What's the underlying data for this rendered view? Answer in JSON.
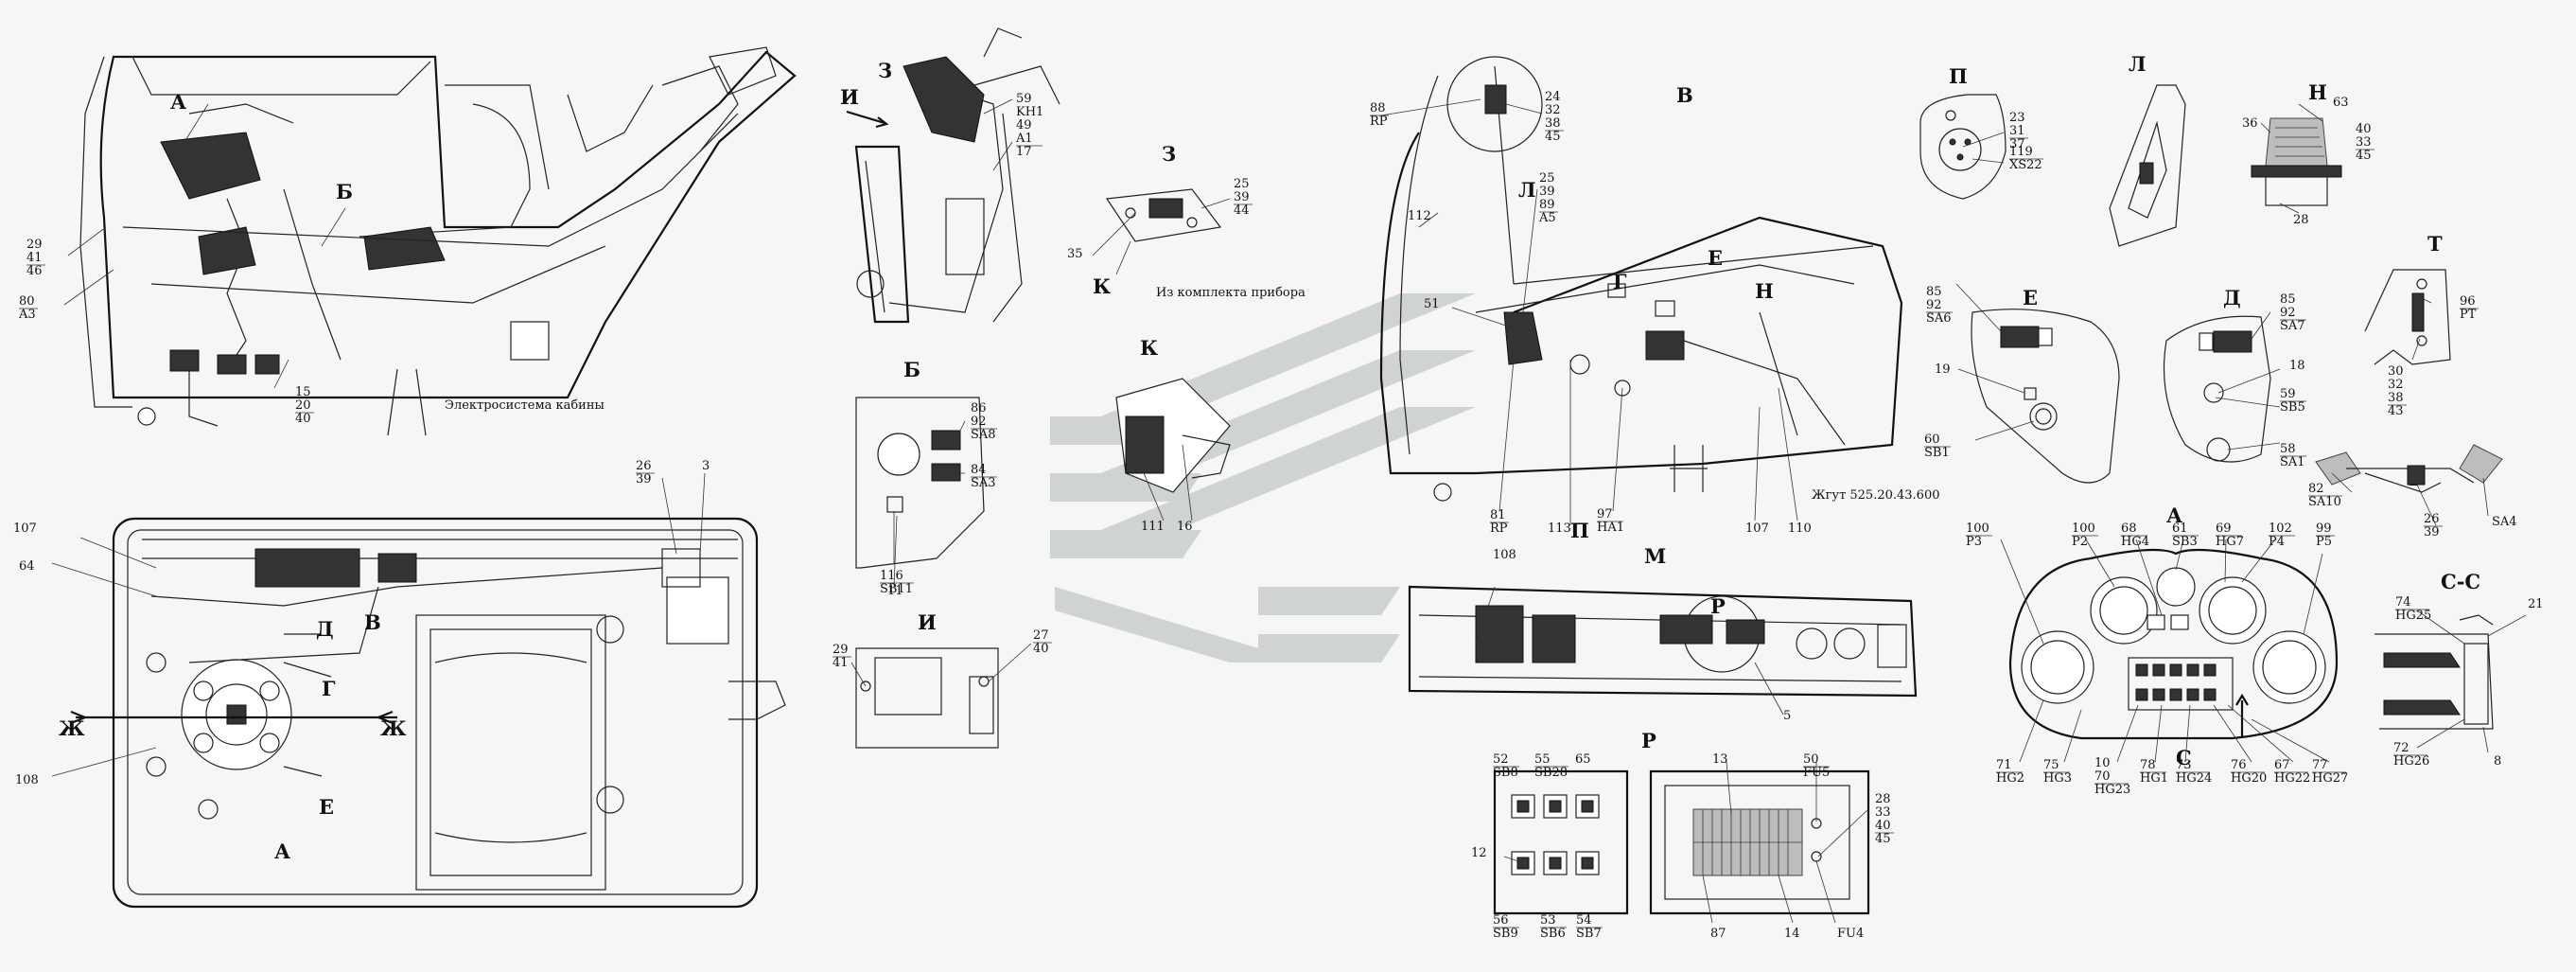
{
  "views": [
    {
      "id": "A",
      "label": "А"
    },
    {
      "id": "B",
      "label": "Б"
    },
    {
      "id": "V",
      "label": "В"
    },
    {
      "id": "G",
      "label": "Г"
    },
    {
      "id": "D",
      "label": "Д"
    },
    {
      "id": "E",
      "label": "Е"
    },
    {
      "id": "Zh",
      "label": "Ж"
    },
    {
      "id": "Z",
      "label": "З"
    },
    {
      "id": "I",
      "label": "И"
    },
    {
      "id": "K",
      "label": "К"
    },
    {
      "id": "L",
      "label": "Л"
    },
    {
      "id": "M",
      "label": "М"
    },
    {
      "id": "N",
      "label": "Н"
    },
    {
      "id": "P",
      "label": "П"
    },
    {
      "id": "R",
      "label": "Р"
    },
    {
      "id": "T",
      "label": "Т"
    },
    {
      "id": "CC",
      "label": "С-С"
    },
    {
      "id": "C",
      "label": "С"
    }
  ],
  "notes": {
    "cabin_electrics": "Электросистема кабины",
    "from_instrument_kit": "Из комплекта прибора",
    "harness": "Жгут 525.20.43.600"
  },
  "callouts": [
    {
      "id": "c1",
      "t": "29\n41\n46"
    },
    {
      "id": "c2",
      "t": "80\nA3"
    },
    {
      "id": "c3",
      "t": "15\n20\n40"
    },
    {
      "id": "c4",
      "t": "107"
    },
    {
      "id": "c5",
      "t": "64"
    },
    {
      "id": "c6",
      "t": "108"
    },
    {
      "id": "c7",
      "t": "26\n39"
    },
    {
      "id": "c8",
      "t": "3"
    },
    {
      "id": "c9",
      "t": "59\nKH1\n49\nA1\n17"
    },
    {
      "id": "c10",
      "t": "25\n39\n44"
    },
    {
      "id": "c11",
      "t": "35"
    },
    {
      "id": "c12",
      "t": "86\n92\nSA8"
    },
    {
      "id": "c13",
      "t": "84\nSA3"
    },
    {
      "id": "c14",
      "t": "116\nSB11"
    },
    {
      "id": "c15",
      "t": "11"
    },
    {
      "id": "c16",
      "t": "111"
    },
    {
      "id": "c17",
      "t": "16"
    },
    {
      "id": "c18",
      "t": "29\n41"
    },
    {
      "id": "c19",
      "t": "27\n40"
    },
    {
      "id": "c20",
      "t": "88\nRP"
    },
    {
      "id": "c21",
      "t": "24\n32\n38\n45"
    },
    {
      "id": "c22",
      "t": "25\n39\n89\nA5"
    },
    {
      "id": "c23",
      "t": "112"
    },
    {
      "id": "c24",
      "t": "51"
    },
    {
      "id": "c25",
      "t": "81\nRP"
    },
    {
      "id": "c26",
      "t": "113"
    },
    {
      "id": "c27",
      "t": "97\nHA1"
    },
    {
      "id": "c28",
      "t": "107"
    },
    {
      "id": "c29",
      "t": "110"
    },
    {
      "id": "c30",
      "t": "108"
    },
    {
      "id": "c31",
      "t": "5"
    },
    {
      "id": "c32",
      "t": "52\nSB8"
    },
    {
      "id": "c33",
      "t": "55\nSB28"
    },
    {
      "id": "c34",
      "t": "65"
    },
    {
      "id": "c35",
      "t": "12"
    },
    {
      "id": "c36",
      "t": "56\nSB9"
    },
    {
      "id": "c37",
      "t": "53\nSB6"
    },
    {
      "id": "c38",
      "t": "54\nSB7"
    },
    {
      "id": "c39",
      "t": "13"
    },
    {
      "id": "c40",
      "t": "50\nFU5"
    },
    {
      "id": "c41",
      "t": "28\n33\n40\n45"
    },
    {
      "id": "c42",
      "t": "87"
    },
    {
      "id": "c43",
      "t": "14"
    },
    {
      "id": "c44",
      "t": "FU4"
    },
    {
      "id": "c45",
      "t": "23\n31\n37"
    },
    {
      "id": "c46",
      "t": "119\nXS22"
    },
    {
      "id": "c47",
      "t": "63"
    },
    {
      "id": "c48",
      "t": "36"
    },
    {
      "id": "c49",
      "t": "40\n33\n45"
    },
    {
      "id": "c50",
      "t": "28"
    },
    {
      "id": "c51",
      "t": "85\n92\nSA6"
    },
    {
      "id": "c52",
      "t": "19"
    },
    {
      "id": "c53",
      "t": "60\nSB1"
    },
    {
      "id": "c54",
      "t": "85\n92\nSA7"
    },
    {
      "id": "c55",
      "t": "18"
    },
    {
      "id": "c56",
      "t": "59\nSB5"
    },
    {
      "id": "c57",
      "t": "58\nSA1"
    },
    {
      "id": "c58",
      "t": "96\nPT"
    },
    {
      "id": "c59",
      "t": "30\n32\n38\n43"
    },
    {
      "id": "c60",
      "t": "82\nSA10"
    },
    {
      "id": "c61",
      "t": "26\n39"
    },
    {
      "id": "c62",
      "t": "SA4"
    },
    {
      "id": "c63",
      "t": "100\nP3"
    },
    {
      "id": "c64",
      "t": "100\nP2"
    },
    {
      "id": "c65",
      "t": "68\nHG4"
    },
    {
      "id": "c66",
      "t": "61\nSB3"
    },
    {
      "id": "c67",
      "t": "69\nHG7"
    },
    {
      "id": "c68",
      "t": "102\nP4"
    },
    {
      "id": "c69",
      "t": "99\nP5"
    },
    {
      "id": "c70",
      "t": "71\nHG2"
    },
    {
      "id": "c71",
      "t": "75\nHG3"
    },
    {
      "id": "c72",
      "t": "10\n70\nHG23"
    },
    {
      "id": "c73",
      "t": "78\nHG1"
    },
    {
      "id": "c74",
      "t": "73\nHG24"
    },
    {
      "id": "c75",
      "t": "76\nHG20"
    },
    {
      "id": "c76",
      "t": "67\nHG22"
    },
    {
      "id": "c77",
      "t": "77\nHG27"
    },
    {
      "id": "c78",
      "t": "74\nHG25"
    },
    {
      "id": "c79",
      "t": "21"
    },
    {
      "id": "c80",
      "t": "72\nHG26"
    },
    {
      "id": "c81",
      "t": "8"
    }
  ]
}
